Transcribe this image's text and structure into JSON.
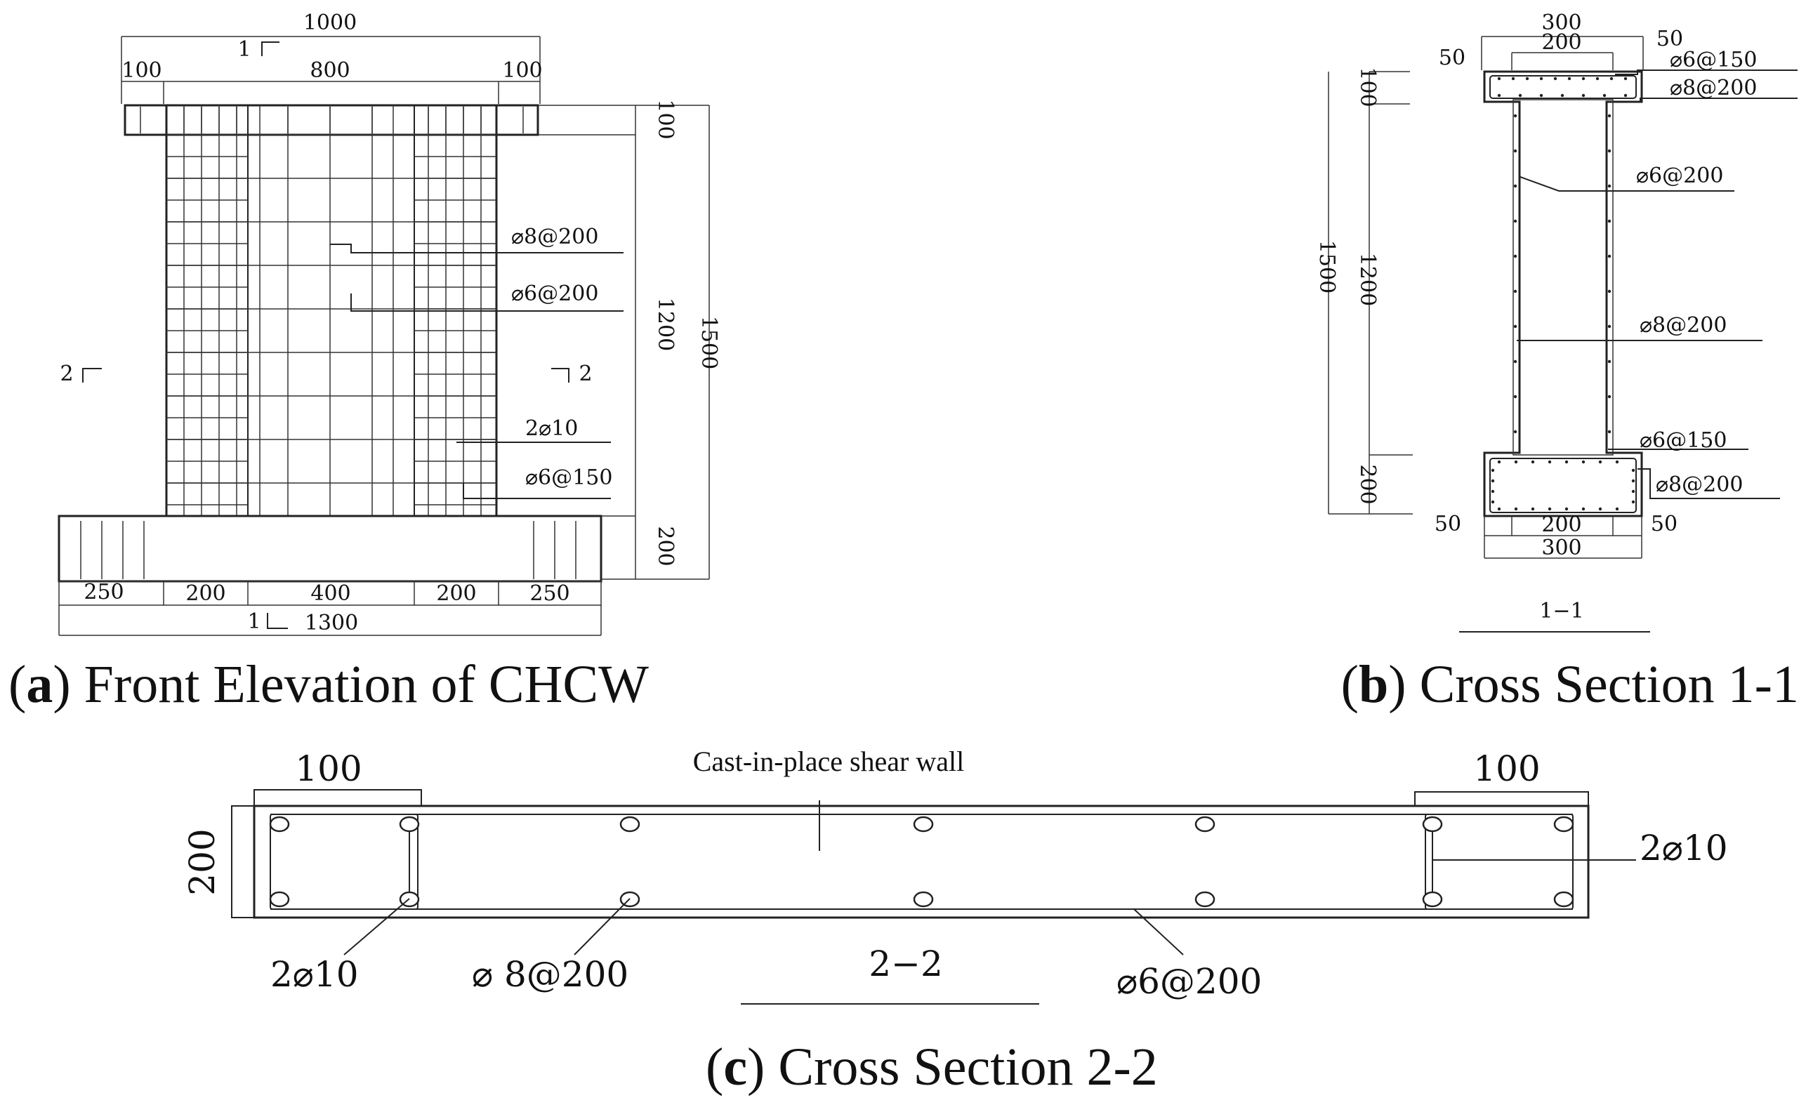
{
  "panel_a": {
    "caption_letter": "a",
    "caption_text": "Front Elevation of CHCW",
    "dims": {
      "top_total": "1000",
      "top_left": "100",
      "top_mid": "800",
      "top_right": "100",
      "base_250a": "250",
      "base_200a": "200",
      "base_400": "400",
      "base_200b": "200",
      "base_250b": "250",
      "base_total": "1300",
      "right_100": "100",
      "right_1200": "1200",
      "right_200": "200",
      "right_1500": "1500"
    },
    "section_marks": {
      "top_1": "1",
      "bottom_1": "1",
      "left_2": "2",
      "right_2": "2"
    },
    "rebar_labels": {
      "r1": "⌀8@200",
      "r2": "⌀6@200",
      "r3": "2⌀10",
      "r4": "⌀6@150"
    }
  },
  "panel_b": {
    "caption_letter": "b",
    "caption_text": "Cross Section 1-1",
    "dims": {
      "top_300": "300",
      "top_200": "200",
      "top_50_left": "50",
      "top_50_right": "50",
      "bot_50_left": "50",
      "bot_50_right": "50",
      "bot_200": "200",
      "bot_300": "300",
      "left_1500": "1500",
      "left_100": "100",
      "left_1200": "1200",
      "left_200": "200"
    },
    "rebar_labels": {
      "r1": "⌀6@150",
      "r2": "⌀8@200",
      "r3": "⌀6@200",
      "r4": "⌀8@200",
      "r5": "⌀6@150",
      "r6": "⌀8@200"
    },
    "section_title": "1−1"
  },
  "panel_c": {
    "caption_letter": "c",
    "caption_text": "Cross Section 2-2",
    "dims": {
      "left_100": "100",
      "right_100": "100",
      "height_200": "200"
    },
    "title_label": "Cast-in-place shear wall",
    "rebar_labels": {
      "left_2d10": "2⌀10",
      "right_2d10": "2⌀10",
      "d8": "⌀ 8@200",
      "d6": "⌀6@200"
    },
    "section_title": "2−2"
  }
}
